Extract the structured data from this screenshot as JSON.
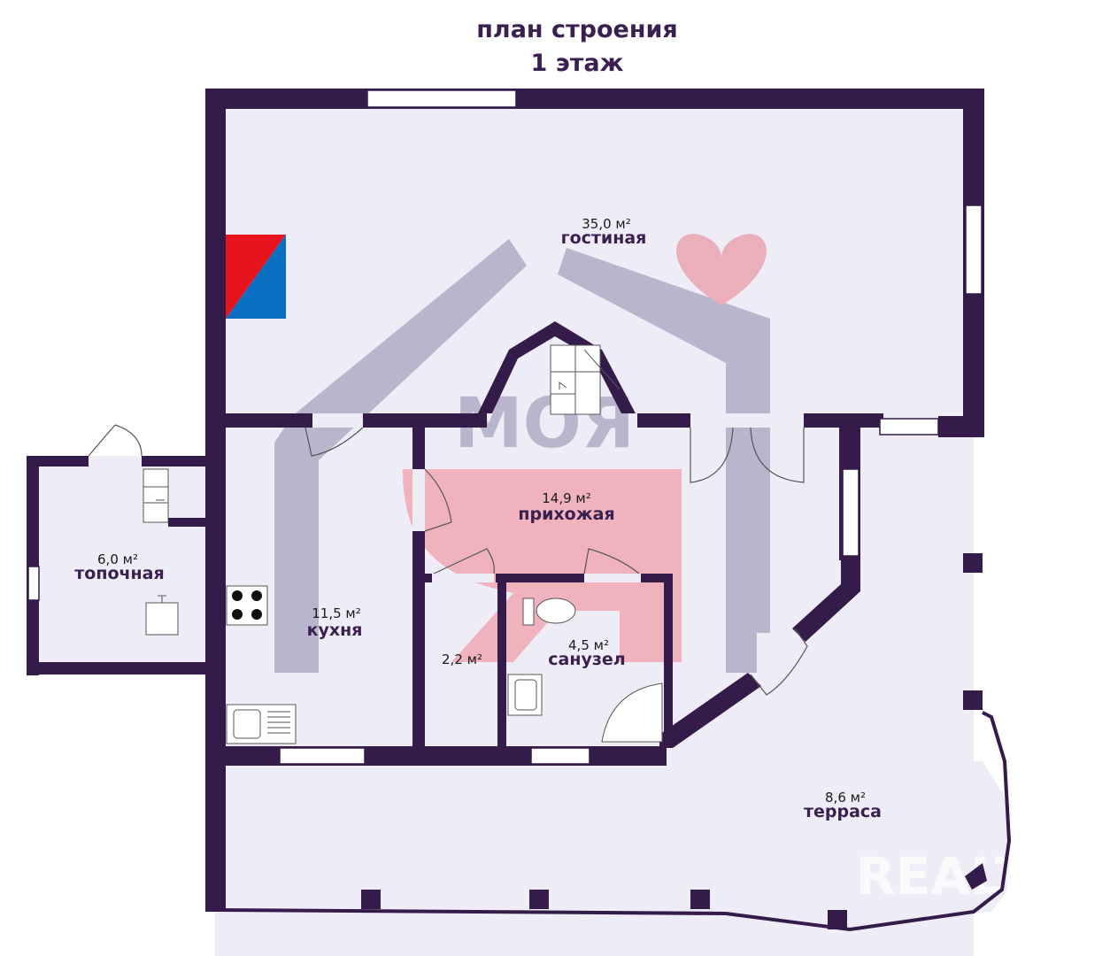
{
  "title": {
    "line1": "план строения",
    "line2": "1 этаж"
  },
  "rooms": [
    {
      "id": "living",
      "name": "гостиная",
      "area": "35,0 м²"
    },
    {
      "id": "hall",
      "name": "прихожая",
      "area": "14,9 м²"
    },
    {
      "id": "boiler",
      "name": "топочная",
      "area": "6,0 м²"
    },
    {
      "id": "kitchen",
      "name": "кухня",
      "area": "11,5 м²"
    },
    {
      "id": "pantry",
      "name": "",
      "area": "2,2 м²"
    },
    {
      "id": "bathroom",
      "name": "санузел",
      "area": "4,5 м²"
    },
    {
      "id": "terrace",
      "name": "терраса",
      "area": "8,6 м²"
    }
  ],
  "watermarks": {
    "logo_text": "МОЯ",
    "logo_letter": "Я",
    "brand": "REALT"
  },
  "colors": {
    "wall": "#351b4a",
    "floor": "#eeedf7",
    "label": "#3b1f50",
    "flag_red": "#e8141d",
    "flag_blue": "#0a6fc0"
  }
}
